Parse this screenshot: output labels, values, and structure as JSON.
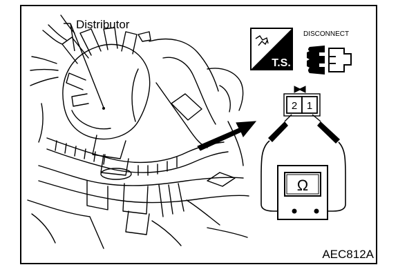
{
  "labels": {
    "distributor": "Distributor",
    "ts_badge": "T.S.",
    "disconnect": "DISCONNECT",
    "terminal_2": "2",
    "terminal_1": "1",
    "meter_symbol": "Ω",
    "figure_code": "AEC812A"
  },
  "icons": {
    "ts_badge": "trouble-shooting-icon",
    "disconnect": "disconnected-connector-icon",
    "meter": "ohmmeter-icon"
  },
  "colors": {
    "ink": "#000000",
    "paper": "#ffffff"
  }
}
